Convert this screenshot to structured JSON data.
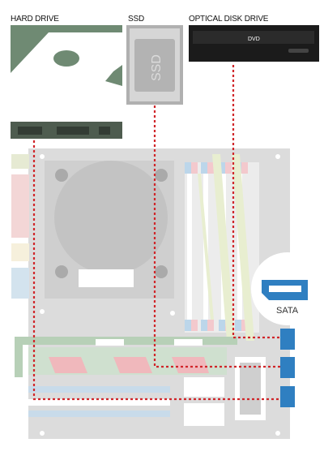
{
  "labels": {
    "hard_drive": "HARD DRIVE",
    "ssd": "SSD",
    "optical_drive": "OPTICAL DISK DRIVE",
    "ssd_face": "SSD",
    "dvd_face": "DVD",
    "sata": "SATA"
  },
  "colors": {
    "hdd_body": "#6f8a73",
    "connector_line": "#d0262a",
    "sata_port": "#2f7fc1",
    "board": "#dcdcdc",
    "ssd_body": "#b0b0b0",
    "odd_body": "#1b1b1b"
  }
}
